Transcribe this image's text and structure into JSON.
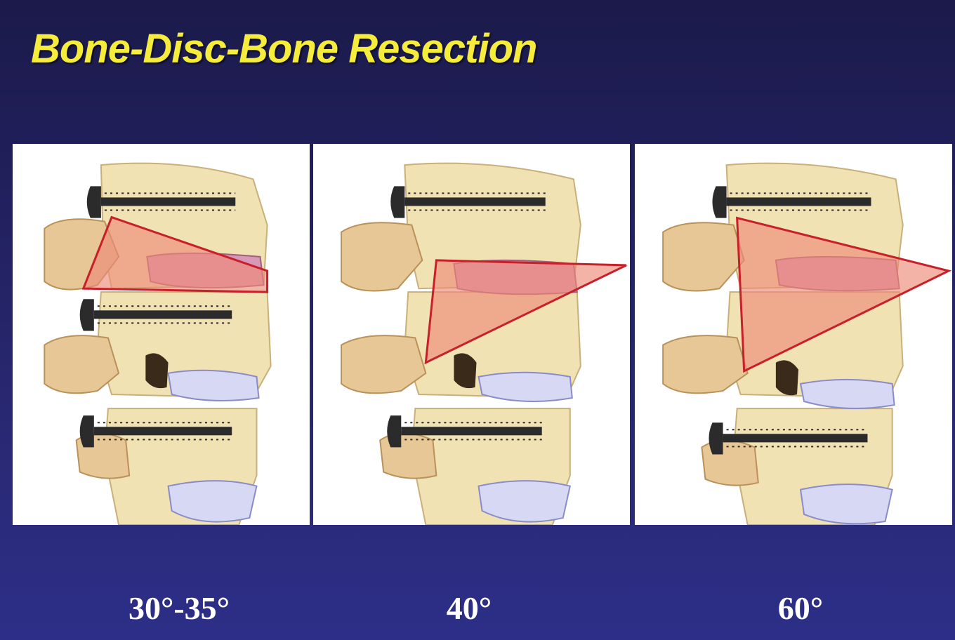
{
  "slide": {
    "title": "Bone-Disc-Bone Resection",
    "panels": [
      {
        "id": "panel-1",
        "angle_label": "30°-35°"
      },
      {
        "id": "panel-2",
        "angle_label": "40°"
      },
      {
        "id": "panel-3",
        "angle_label": "60°"
      }
    ]
  },
  "colors": {
    "background": "#211f5a",
    "title": "#f5ec3c",
    "bone": "#f1e2b4",
    "disc": "#d6d8f4",
    "resection_wedge": "#ee8a78",
    "wedge_outline": "#c8202a",
    "screw": "#2b2b2b"
  }
}
